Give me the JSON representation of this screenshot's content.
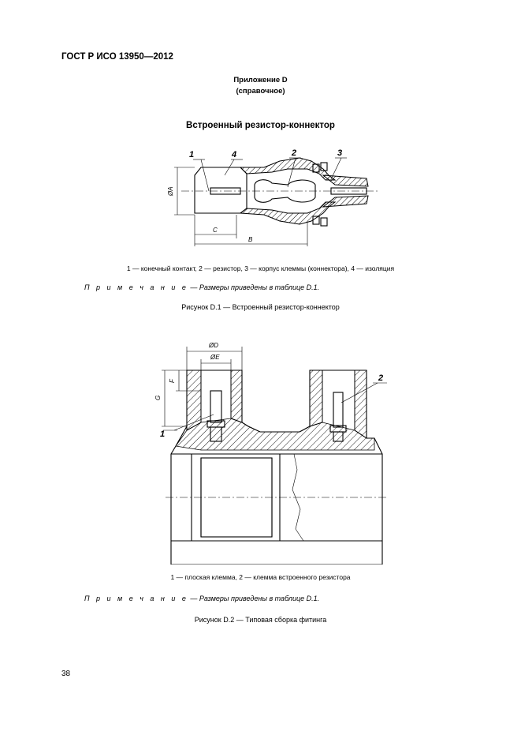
{
  "header": {
    "standard": "ГОСТ Р ИСО 13950—2012"
  },
  "appendix": {
    "title": "Приложение D",
    "subtitle": "(справочное)"
  },
  "section_title": "Встроенный резистор-коннектор",
  "figure1": {
    "labels": [
      "1",
      "4",
      "2",
      "3"
    ],
    "dims": {
      "a": "ØA",
      "c": "C",
      "b": "B"
    },
    "legend": "1 — конечный контакт, 2 — резистор, 3 — корпус клеммы (коннектора), 4 — изоляция",
    "note_prefix": "П р и м е ч а н и е",
    "note_text": " — Размеры приведены в таблице D.1.",
    "caption": "Рисунок D.1 — Встроенный резистор-коннектор"
  },
  "figure2": {
    "labels": [
      "1",
      "2"
    ],
    "dims": {
      "d": "ØD",
      "e": "ØE",
      "f": "F",
      "g": "G"
    },
    "legend": "1 — плоская клемма, 2 — клемма встроенного резистора",
    "note_prefix": "П р и м е ч а н и е",
    "note_text": " — Размеры приведены в таблице D.1.",
    "caption": "Рисунок D.2 — Типовая сборка фитинга"
  },
  "page_number": "38"
}
